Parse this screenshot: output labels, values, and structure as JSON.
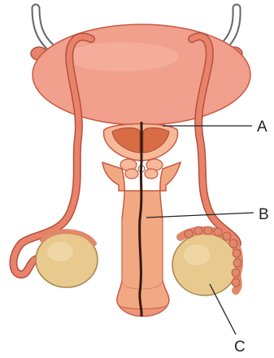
{
  "diagram": {
    "labels": {
      "a": "A",
      "b": "B",
      "c": "C"
    },
    "colors": {
      "organ_fill": "#f0a08c",
      "organ_stroke": "#c85a44",
      "duct": "#e9826a",
      "duct_stroke": "#b4513c",
      "gland_dark": "#d86d45",
      "gland_light": "#f6b99a",
      "shaft_fill": "#f3a884",
      "testis_fill": "#e8c98e",
      "testis_stroke": "#a8844a",
      "epididymis": "#e2876a",
      "urethra": "#3a1a10",
      "tube_white": "#ffffff",
      "tube_outline": "#666666",
      "leader_line": "#222222"
    }
  }
}
